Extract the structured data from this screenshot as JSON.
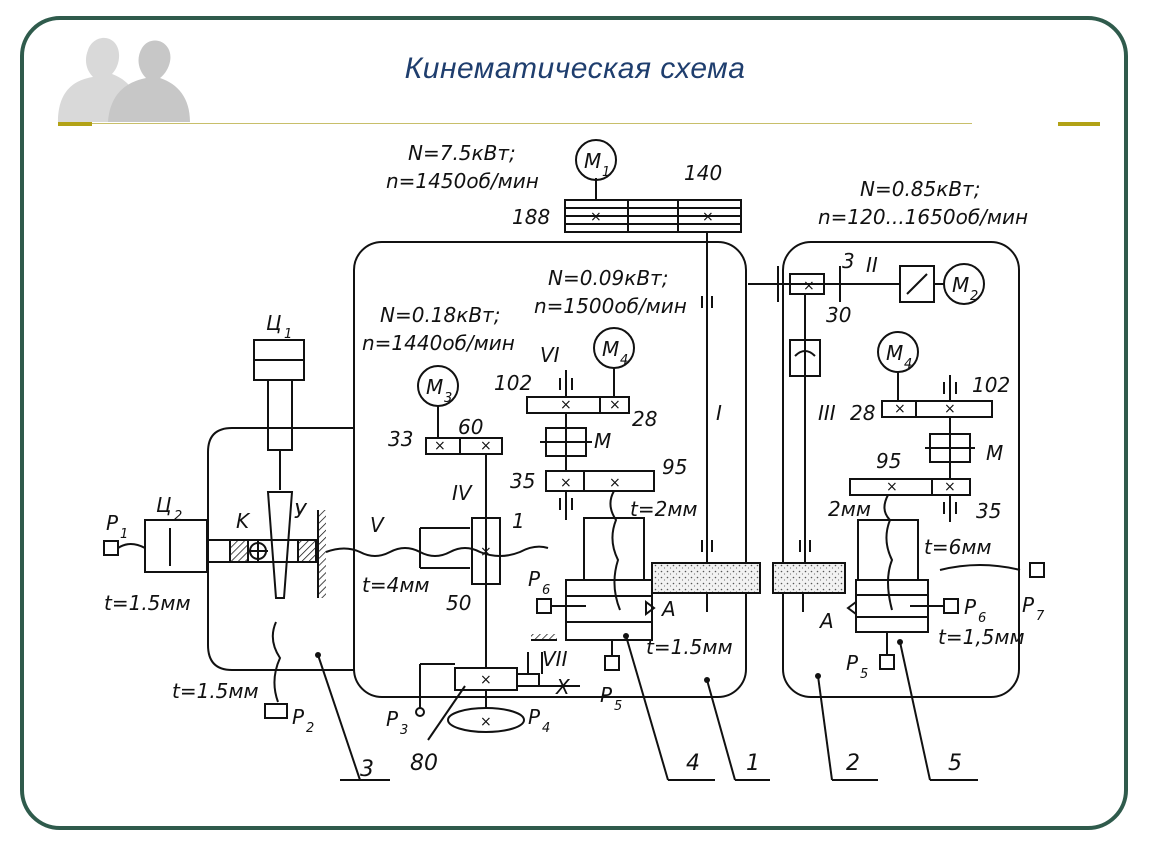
{
  "title": "Кинематическая схема",
  "colors": {
    "frame": "#2f5b4c",
    "accent": "#b2a216",
    "title": "#1f3e6e",
    "ink": "#111111"
  },
  "annotations": {
    "m1_power": "N=7.5кВт;",
    "m1_speed": "n=1450об/мин",
    "m2_power": "N=0.85кВт;",
    "m2_speed": "n=120...1650об/мин",
    "m4_power": "N=0.09кВт;",
    "m4_speed": "n=1500об/мин",
    "m3_power": "N=0.18кВт;",
    "m3_speed": "n=1440об/мин"
  },
  "motors": {
    "m1": "M",
    "m1_sub": "1",
    "m2": "M",
    "m2_sub": "2",
    "m3": "M",
    "m3_sub": "3",
    "m4a": "M",
    "m4a_sub": "4",
    "m4b": "M",
    "m4b_sub": "4"
  },
  "cylinders": {
    "c1": "Ц",
    "c1_sub": "1",
    "c2": "Ц",
    "c2_sub": "2"
  },
  "numbers": {
    "n188": "188",
    "n140": "140",
    "n3": "3",
    "n30": "30",
    "n102a": "102",
    "n28a": "28",
    "n33": "33",
    "n60": "60",
    "n35a": "35",
    "n95a": "95",
    "n1": "1",
    "n50": "50",
    "n80": "80",
    "n28b": "28",
    "n102b": "102",
    "n95b": "95",
    "n35b": "35"
  },
  "shafts": {
    "I": "I",
    "II": "II",
    "III": "III",
    "IV": "IV",
    "V": "V",
    "VI": "VI",
    "VII": "VII",
    "X": "X"
  },
  "letters": {
    "K": "K",
    "U": "У",
    "M_a": "M",
    "M_b": "M",
    "A_a": "A",
    "A_b": "A"
  },
  "pitches": {
    "t15_left": "t=1.5мм",
    "t15_bottom": "t=1.5мм",
    "t4": "t=4мм",
    "t2": "t=2мм",
    "t15_mid": "t=1.5мм",
    "t6": "t=6мм",
    "t15_right": "t=1,5мм",
    "mm2": "2мм"
  },
  "sensors": {
    "p1": "P",
    "p1_sub": "1",
    "p2": "P",
    "p2_sub": "2",
    "p3": "P",
    "p3_sub": "3",
    "p4": "P",
    "p4_sub": "4",
    "p5a": "P",
    "p5a_sub": "5",
    "p5b": "P",
    "p5b_sub": "5",
    "p6a": "P",
    "p6a_sub": "6",
    "p6b": "P",
    "p6b_sub": "6",
    "p7": "P",
    "p7_sub": "7"
  },
  "callouts": {
    "c3": "3",
    "c80": "80",
    "c4": "4",
    "c1": "1",
    "c2": "2",
    "c5": "5"
  }
}
